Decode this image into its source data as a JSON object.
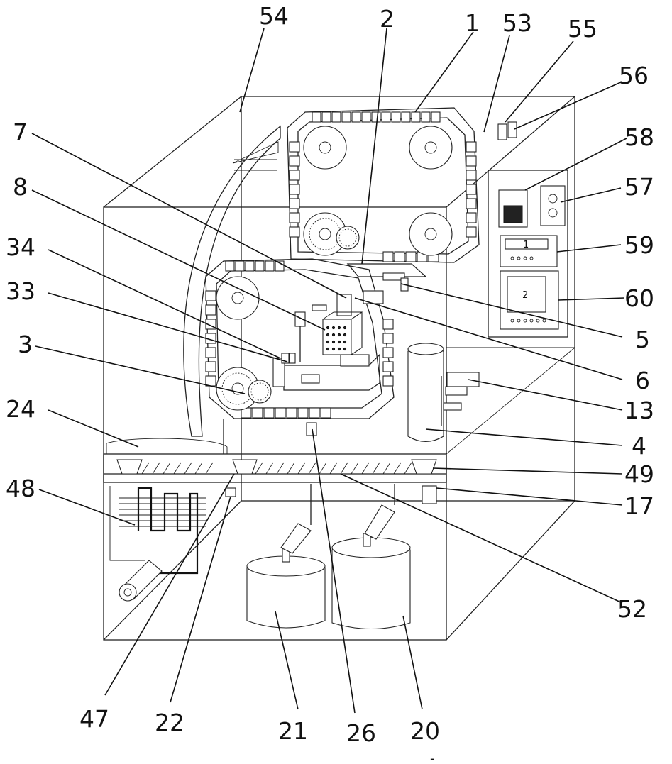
{
  "figure": {
    "reference_numerals": [
      "54",
      "2",
      "1",
      "53",
      "55",
      "56",
      "7",
      "58",
      "8",
      "57",
      "34",
      "59",
      "33",
      "60",
      "3",
      "5",
      "6",
      "24",
      "13",
      "4",
      "48",
      "49",
      "17",
      "52",
      "47",
      "22",
      "21",
      "26",
      "20"
    ],
    "screen_labels": {
      "display_1": "1",
      "display_2": "2"
    },
    "footer_mark": "-"
  }
}
